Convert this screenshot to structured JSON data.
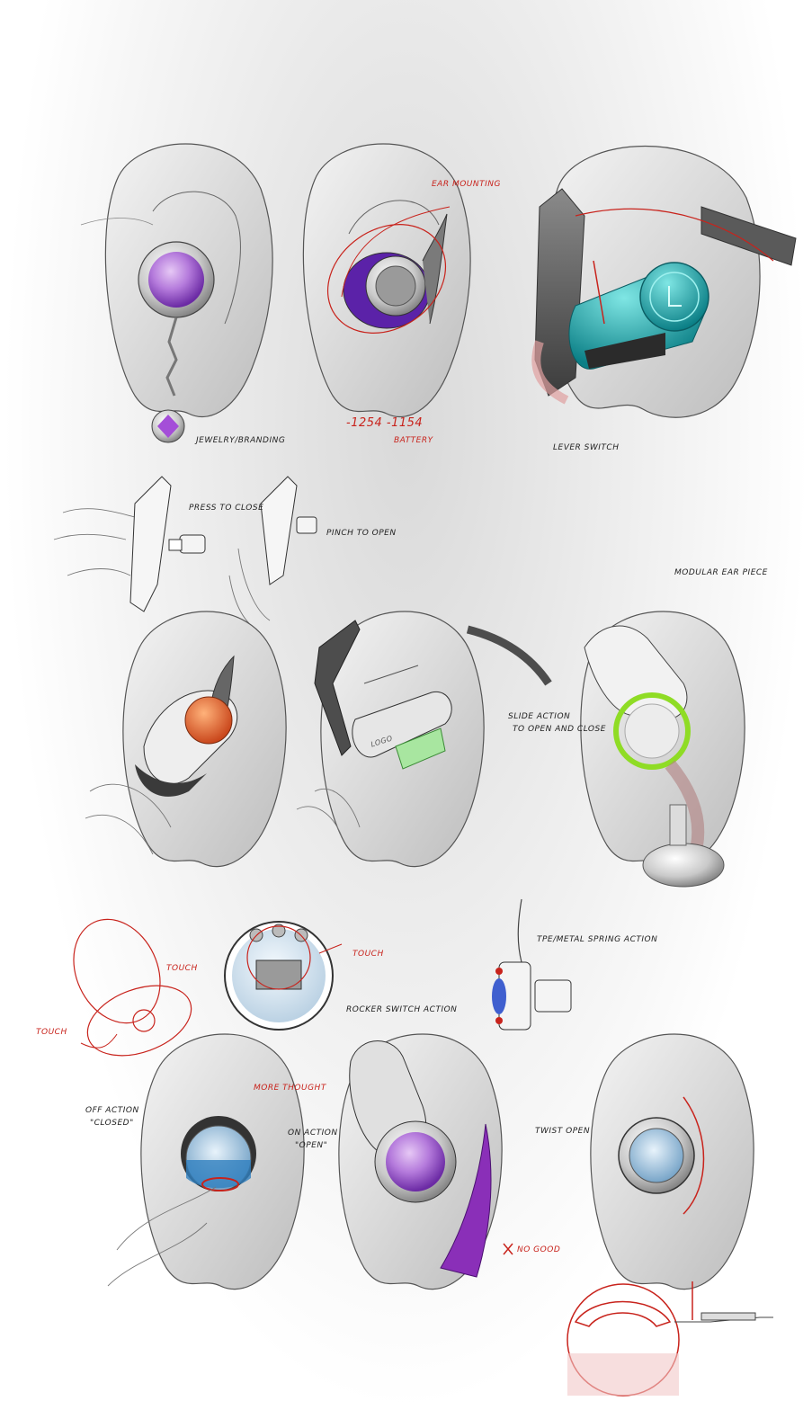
{
  "annotations": {
    "jewelry_branding": "Jewelry/Branding",
    "ear_mounting": "Ear mounting",
    "battery_sizes": "-1254 -1154",
    "battery": "Battery",
    "lever_switch": "Lever switch",
    "press_to_close": "Press to close",
    "pinch_to_open": "Pinch to open",
    "modular_ear_piece": "Modular ear piece",
    "slide_action": "Slide action",
    "to_open_and_close": "to open and close",
    "touch_1": "Touch",
    "touch_2": "Touch",
    "touch_3": "Touch",
    "tpe_metal_spring": "TPE/metal spring action",
    "rocker_switch_action": "Rocker switch action",
    "off_action": "Off action",
    "closed": "\"Closed\"",
    "more_thought": "More thought",
    "on_action": "On action",
    "open": "\"Open\"",
    "twist_open": "Twist open",
    "no_good": "No good"
  },
  "device_logo": "LOGO",
  "colors": {
    "sketch_red": "#c8231c",
    "purple": "#8a3fd0",
    "teal": "#1fa3a6",
    "orange": "#e4602a",
    "lime": "#9be22c",
    "light_blue": "#a9cde6"
  }
}
